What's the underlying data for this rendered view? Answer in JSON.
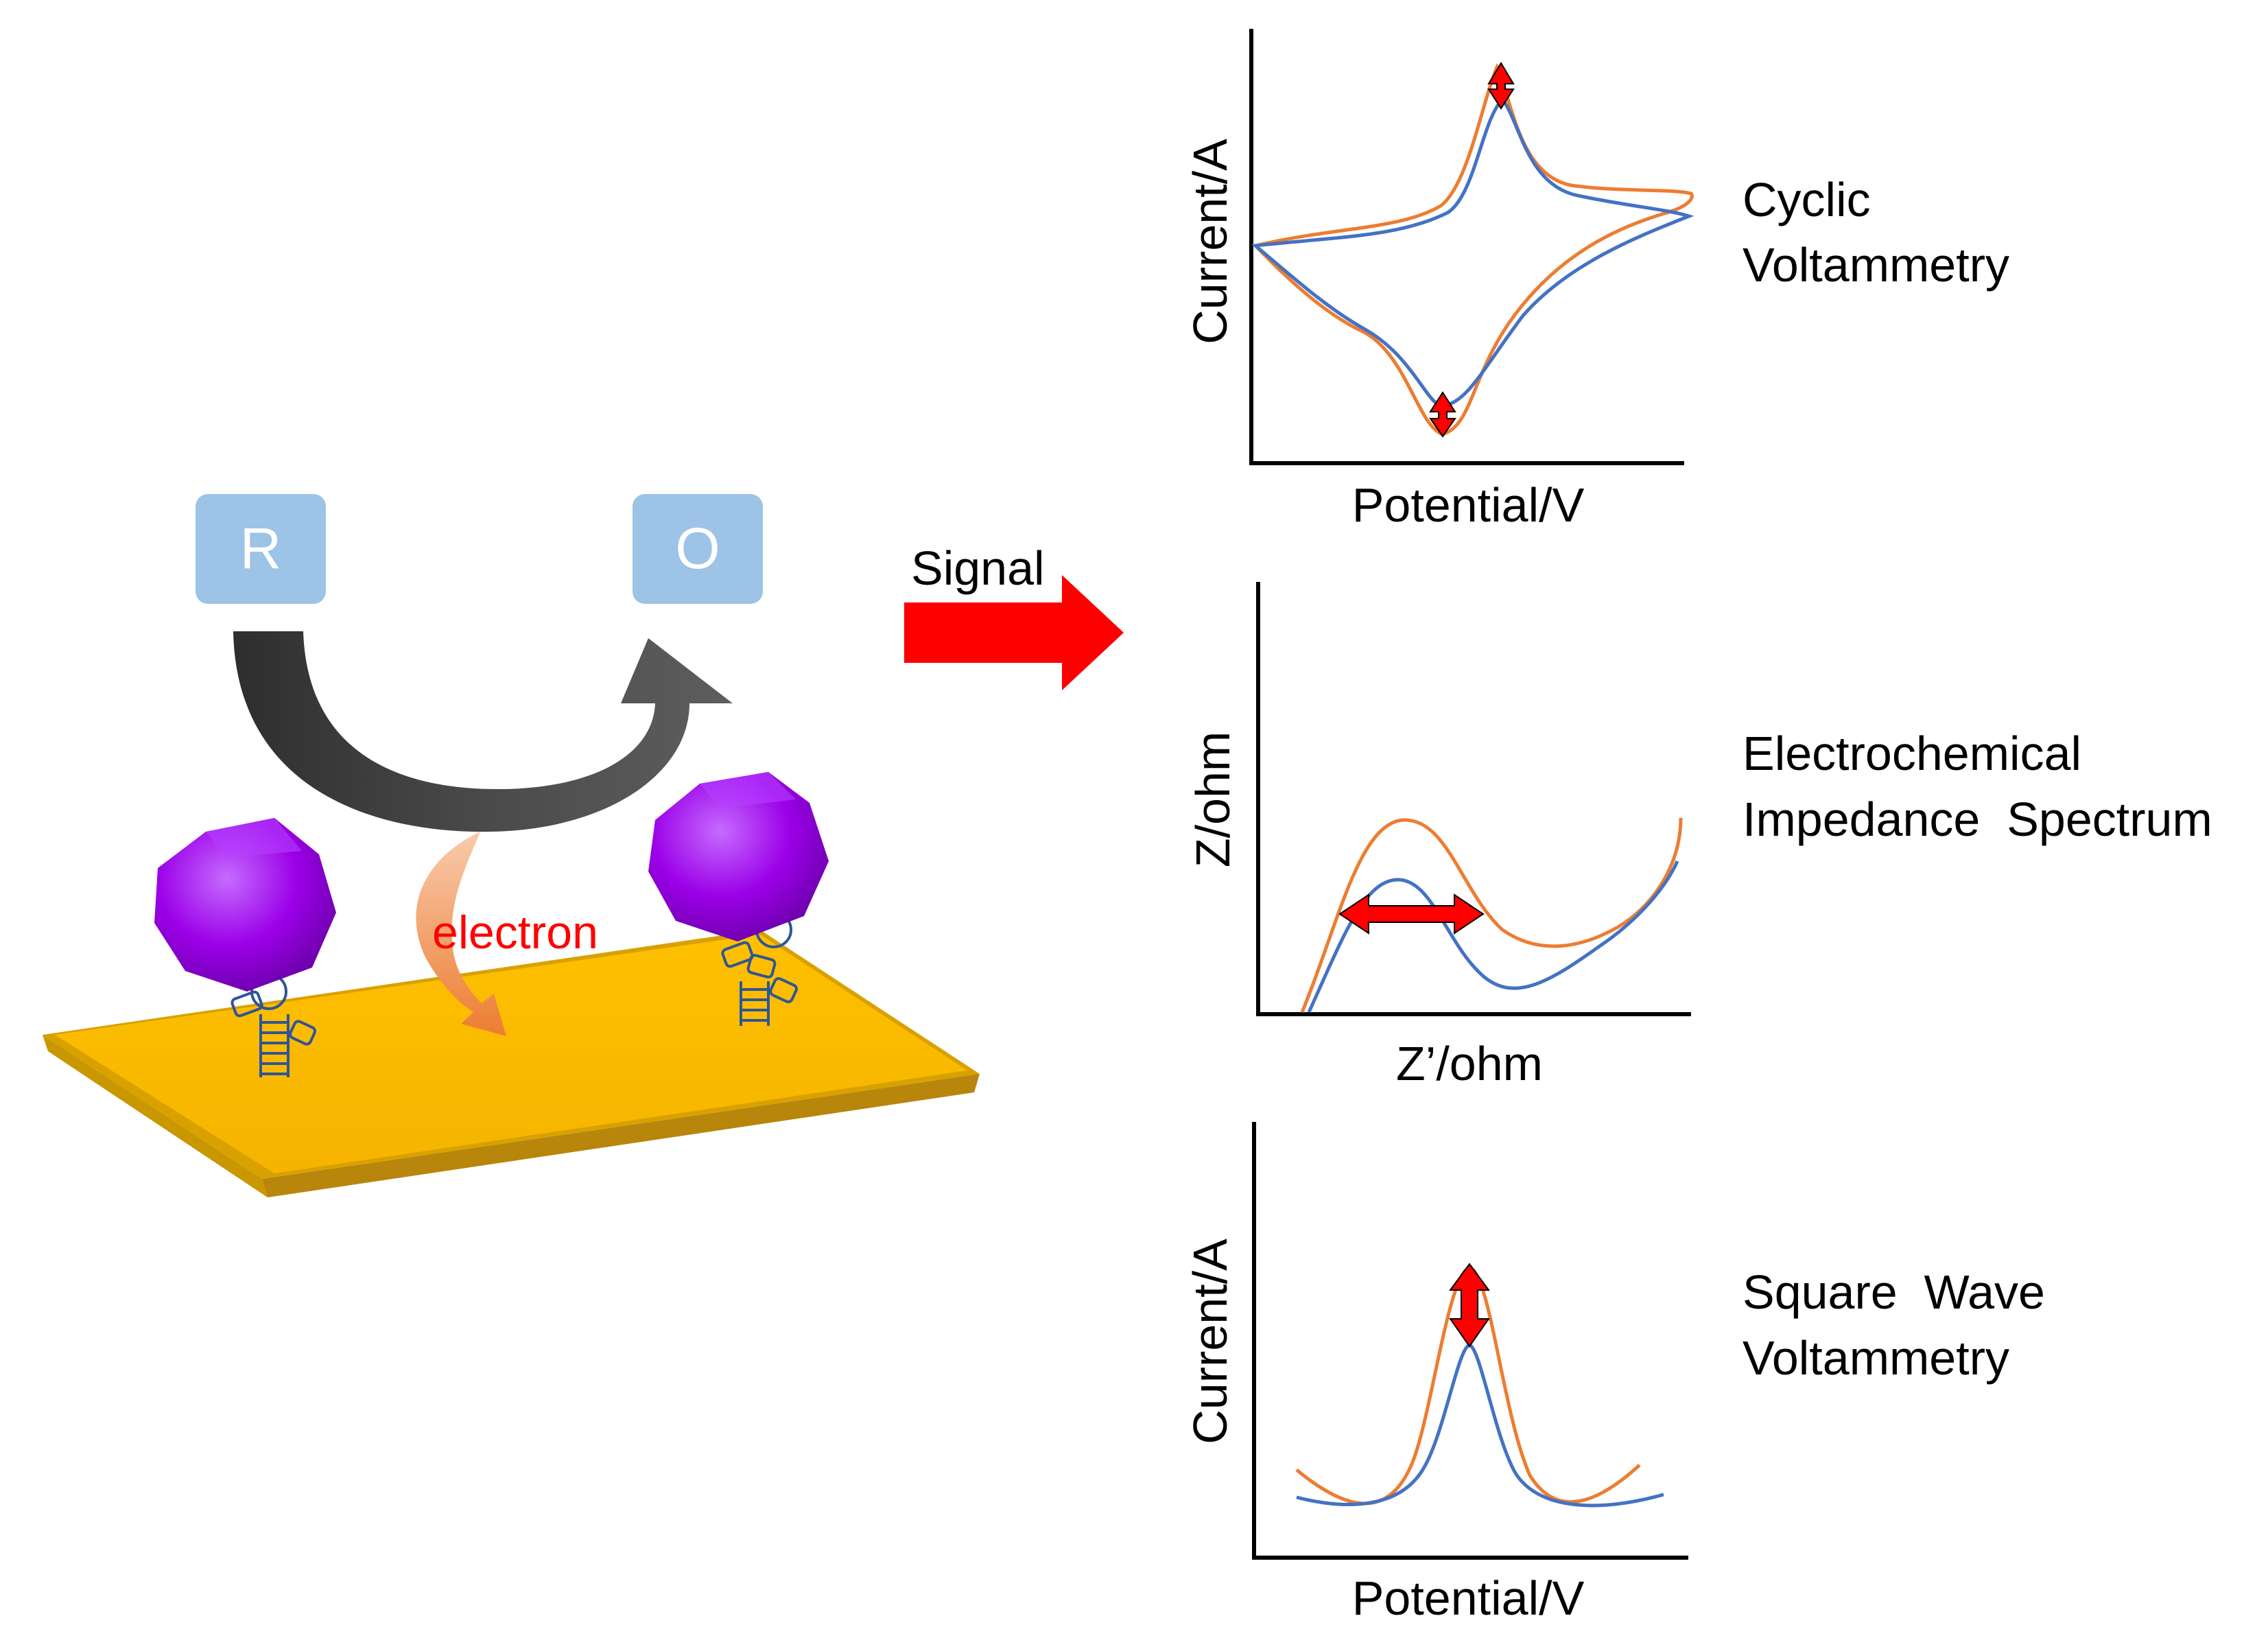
{
  "scheme": {
    "reduced_label": "R",
    "oxidized_label": "O",
    "electron_label": "electron",
    "signal_label": "Signal"
  },
  "plots": {
    "cv": {
      "ylabel": "Current/A",
      "xlabel": "Potential/V",
      "method_line1": "Cyclic",
      "method_line2": "Voltammetry"
    },
    "eis": {
      "ylabel": "Z/ohm",
      "xlabel": "Z’/ohm",
      "method_line1": "Electrochemical",
      "method_line2": "Impedance  Spectrum"
    },
    "swv": {
      "ylabel": "Current/A",
      "xlabel": "Potential/V",
      "method_line1": "Square  Wave",
      "method_line2": "Voltammetry"
    }
  },
  "colors": {
    "curve_before": "#4472C4",
    "curve_after": "#ED7D31",
    "change_arrow": "#FF0000",
    "signal_arrow": "#FF0000",
    "electron_arrow": "#ED7D31",
    "electron_text": "#FF0000",
    "redox_box": "#9DC3E6",
    "electrode": "#FFC000",
    "nanoparticle": "#9B00E8",
    "aptamer": "#2F5597"
  },
  "icons": [
    "electrode-icon",
    "nanoparticle-icon",
    "aptamer-icon"
  ]
}
